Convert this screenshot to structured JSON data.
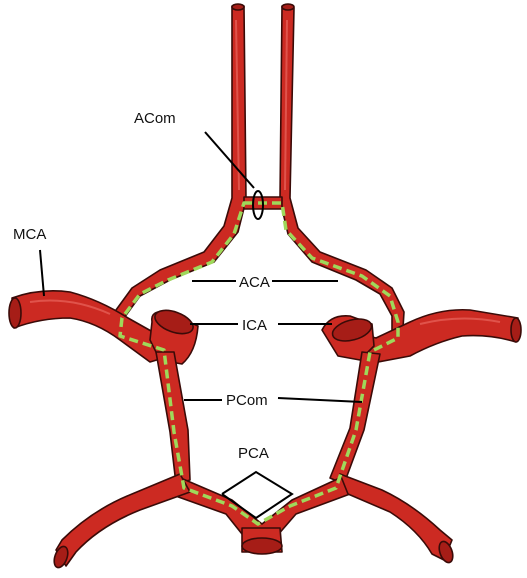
{
  "diagram": {
    "labels": {
      "acom": "ACom",
      "mca": "MCA",
      "aca": "ACA",
      "ica": "ICA",
      "pcom": "PCom",
      "pca": "PCA"
    },
    "colors": {
      "vessel_fill": "#cc2a22",
      "vessel_outline": "#3a0b08",
      "vessel_end": "#a61d17",
      "loop_highlight": "#9fd85a",
      "leader_line": "#000000"
    }
  }
}
